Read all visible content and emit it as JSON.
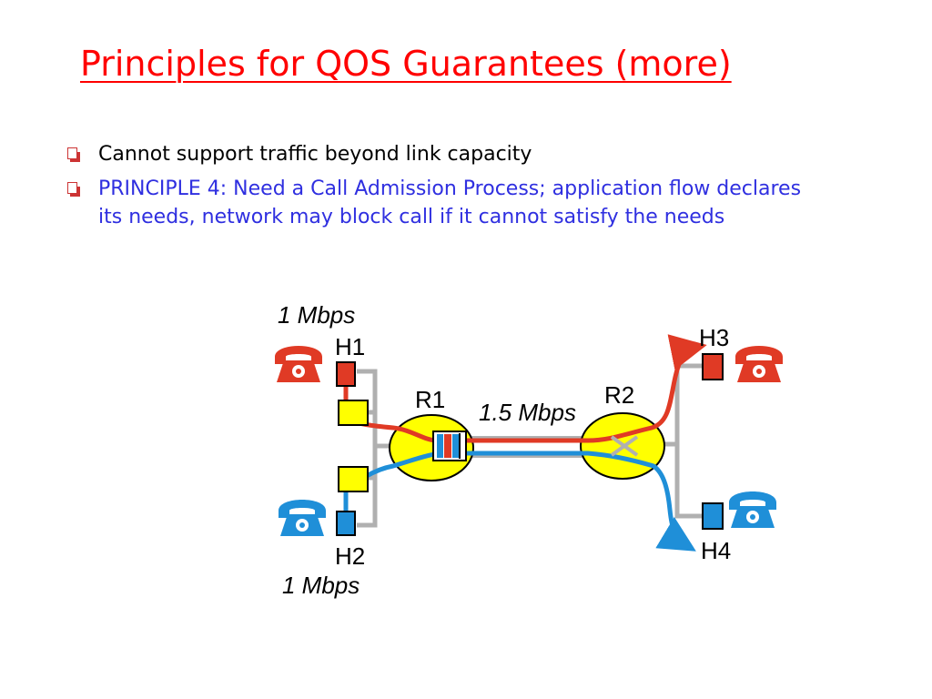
{
  "title": "Principles for QOS Guarantees (more)",
  "bullets": [
    {
      "text": "Cannot support traffic beyond link capacity",
      "color": "#000000"
    },
    {
      "text": "PRINCIPLE 4: Need a Call Admission Process; application flow declares its needs, network may block call if it cannot satisfy the needs",
      "color": "#2f2fe0"
    }
  ],
  "diagram": {
    "hosts": {
      "h1": "H1",
      "h2": "H2",
      "h3": "H3",
      "h4": "H4"
    },
    "routers": {
      "r1": "R1",
      "r2": "R2"
    },
    "link_rates": {
      "h1_link": "1 Mbps",
      "h2_link": "1 Mbps",
      "r1_r2_link": "1.5 Mbps"
    },
    "colors": {
      "flow_red": "#e03a25",
      "flow_blue": "#1f8fd8",
      "host_yellow": "#ffff00",
      "router_yellow": "#ffff00",
      "link_gray": "#b0b0b0"
    },
    "icons": [
      "telephone-icon-h1",
      "telephone-icon-h2",
      "telephone-icon-h3",
      "telephone-icon-h4"
    ]
  }
}
